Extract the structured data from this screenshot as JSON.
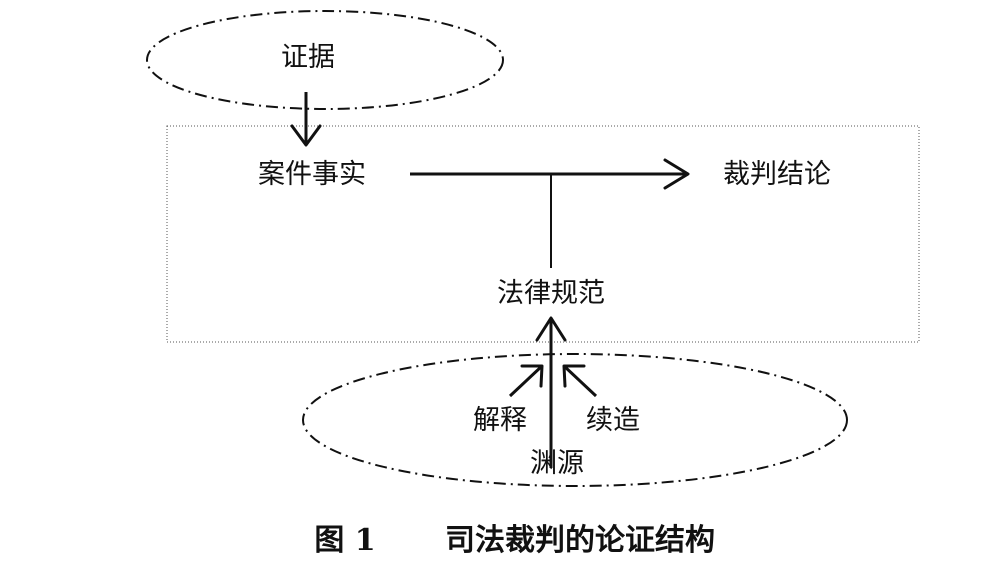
{
  "diagram": {
    "evidence": "证据",
    "case_facts": "案件事实",
    "judgment_conclusion": "裁判结论",
    "legal_norms": "法律规范",
    "interpretation": "解释",
    "continuation": "续造",
    "sources": "渊源"
  },
  "caption": {
    "number": "图 1",
    "title": "司法裁判的论证结构"
  }
}
